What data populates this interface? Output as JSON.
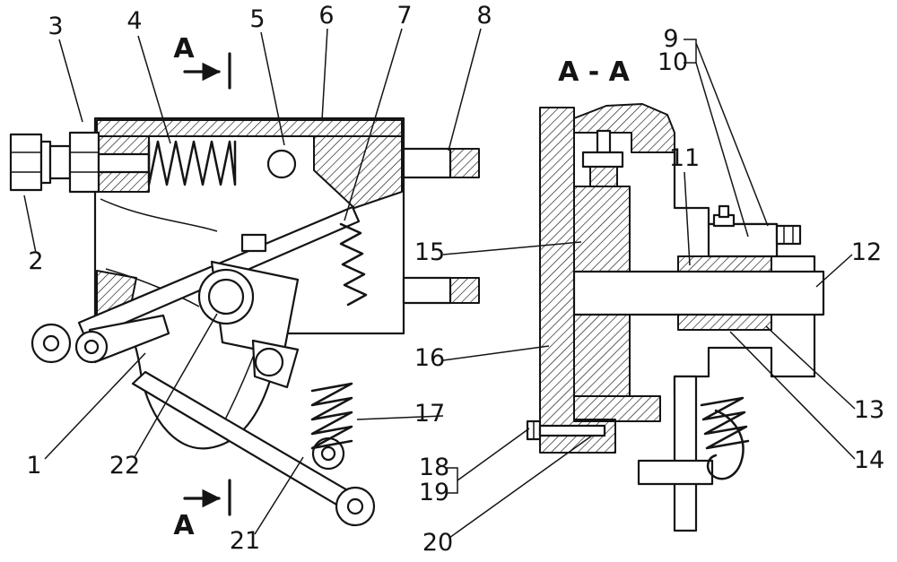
{
  "figure": {
    "background_color": "#ffffff",
    "line_color": "#141414",
    "section": {
      "title": "A - A",
      "marker": "A"
    },
    "callouts": [
      {
        "label": "1"
      },
      {
        "label": "2"
      },
      {
        "label": "3"
      },
      {
        "label": "4"
      },
      {
        "label": "5"
      },
      {
        "label": "6"
      },
      {
        "label": "7"
      },
      {
        "label": "8"
      },
      {
        "label": "9"
      },
      {
        "label": "10"
      },
      {
        "label": "11"
      },
      {
        "label": "12"
      },
      {
        "label": "13"
      },
      {
        "label": "14"
      },
      {
        "label": "15"
      },
      {
        "label": "16"
      },
      {
        "label": "17"
      },
      {
        "label": "18"
      },
      {
        "label": "19"
      },
      {
        "label": "20"
      },
      {
        "label": "21"
      },
      {
        "label": "22"
      }
    ]
  }
}
